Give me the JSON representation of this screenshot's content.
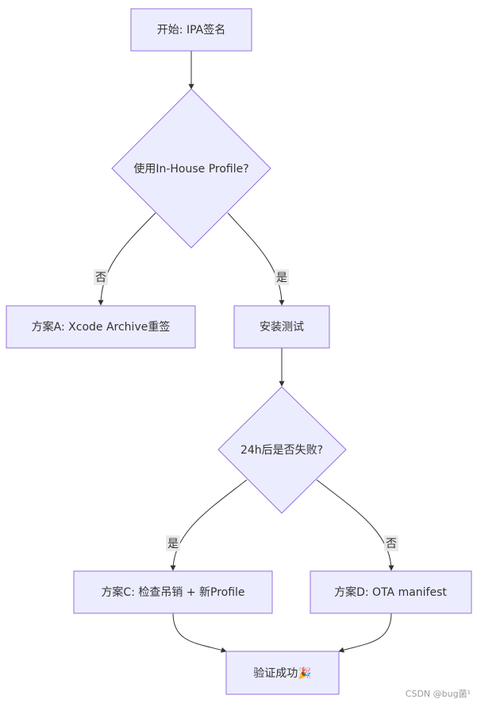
{
  "nodes": {
    "start": "开始: IPA签名",
    "decision_profile": "使用In-House Profile?",
    "plan_a": "方案A: Xcode Archive重签",
    "install_test": "安装测试",
    "decision_24h": "24h后是否失败?",
    "plan_c": "方案C: 检查吊销 + 新Profile",
    "plan_d": "方案D: OTA manifest",
    "success": "验证成功🎉"
  },
  "edge_labels": {
    "profile_no": "否",
    "profile_yes": "是",
    "fail_yes": "是",
    "fail_no": "否"
  },
  "watermark": "CSDN @bug菌¹",
  "colors": {
    "node_fill": "#ECECFF",
    "node_stroke": "#9370DB",
    "edge": "#333333",
    "label_bg": "#e8e8e8"
  }
}
